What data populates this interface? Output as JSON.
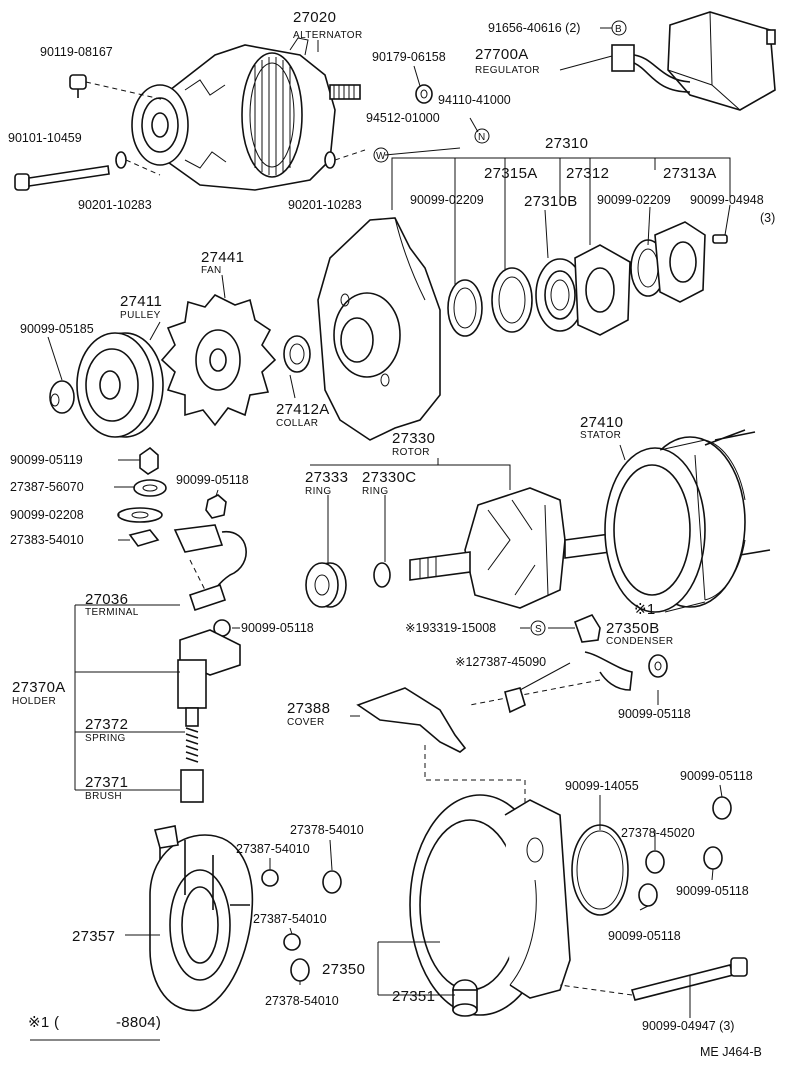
{
  "labels": {
    "p27020": "27020",
    "alternator": "ALTERNATOR",
    "p90119_08167": "90119-08167",
    "p91656_40616": "91656-40616 (2)",
    "markB": "B",
    "p27700A": "27700A",
    "regulator": "REGULATOR",
    "p90179_06158": "90179-06158",
    "p94110_41000": "94110-41000",
    "p94512_01000": "94512-01000",
    "markN": "N",
    "markW": "W",
    "p90101_10459": "90101-10459",
    "p90201_10283a": "90201-10283",
    "p90201_10283b": "90201-10283",
    "p27310": "27310",
    "p27315A": "27315A",
    "p27312": "27312",
    "p27313A": "27313A",
    "p90099_02209a": "90099-02209",
    "p27310B": "27310B",
    "p90099_02209b": "90099-02209",
    "p90099_04948": "90099-04948",
    "qty3a": "(3)",
    "p27441": "27441",
    "fan": "FAN",
    "p27411": "27411",
    "pulley": "PULLEY",
    "p90099_05185": "90099-05185",
    "p27412A": "27412A",
    "collar": "COLLAR",
    "p27410": "27410",
    "stator": "STATOR",
    "p27330": "27330",
    "rotor": "ROTOR",
    "p90099_05119": "90099-05119",
    "p90099_05118a": "90099-05118",
    "p27387_56070": "27387-56070",
    "p27333": "27333",
    "ring1": "RING",
    "p27330C": "27330C",
    "ring2": "RING",
    "p90099_02208": "90099-02208",
    "p27383_54010": "27383-54010",
    "p27036": "27036",
    "terminal": "TERMINAL",
    "p90099_05118b": "90099-05118",
    "note1a": "※1",
    "p193319_15008": "※193319-15008",
    "markS": "S",
    "p27350B": "27350B",
    "condenser": "CONDENSER",
    "p127387_45090": "※127387-45090",
    "p27370A": "27370A",
    "holder": "HOLDER",
    "p90099_05118c": "90099-05118",
    "p27388": "27388",
    "cover": "COVER",
    "p27372": "27372",
    "spring": "SPRING",
    "p27371": "27371",
    "brush": "BRUSH",
    "p90099_14055": "90099-14055",
    "p90099_05118d": "90099-05118",
    "p27378_45020": "27378-45020",
    "p27378_54010a": "27378-54010",
    "p27387_54010a": "27387-54010",
    "p90099_05118e": "90099-05118",
    "p90099_05118f": "90099-05118",
    "p27387_54010b": "27387-54010",
    "p27357": "27357",
    "p27350": "27350",
    "p27351": "27351",
    "p27378_54010b": "27378-54010",
    "p90099_04947": "90099-04947 (3)",
    "footnote_mark": "※1 (",
    "footnote_date": "-8804)",
    "ref": "ME  J464-B"
  }
}
